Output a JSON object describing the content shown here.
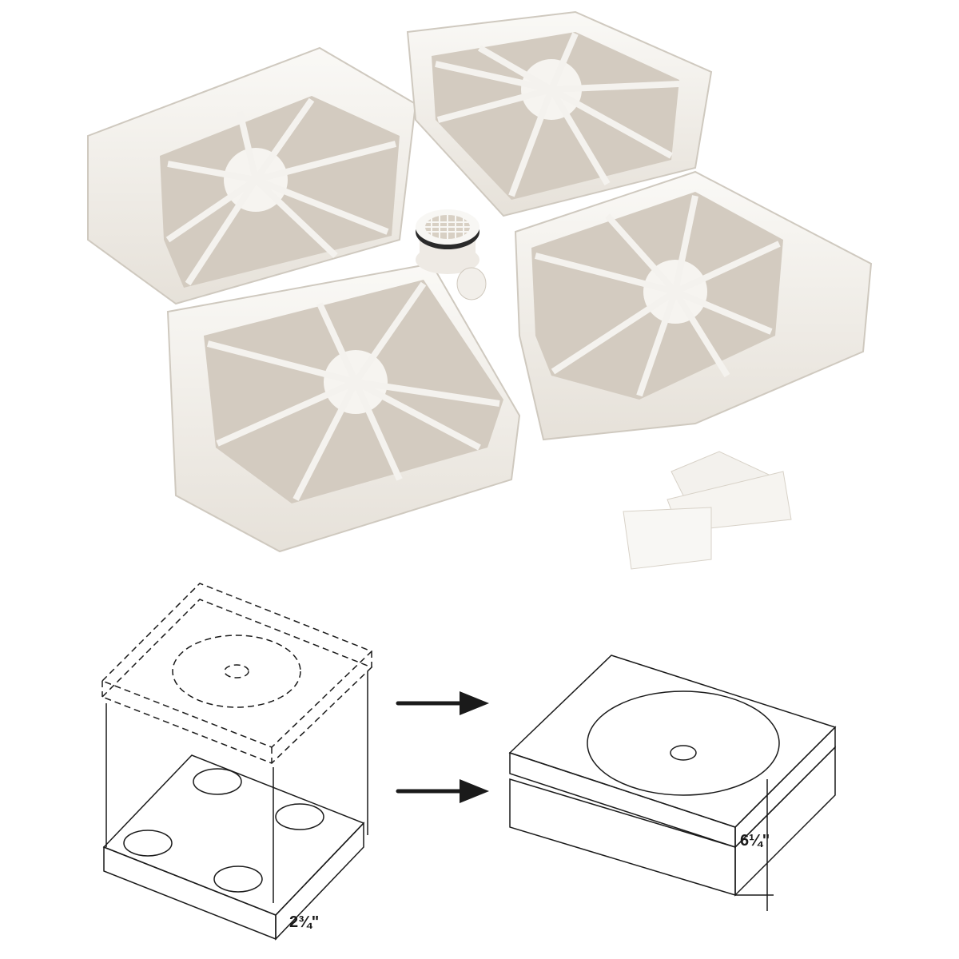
{
  "photo": {
    "subject": "shower pan riser kit",
    "parts": [
      "riser-quadrant",
      "riser-quadrant",
      "riser-quadrant",
      "riser-quadrant",
      "drain",
      "connector-clips"
    ],
    "colors": {
      "plastic": "#f4f2ee",
      "shadow": "#d8d2c8",
      "cavity": "#cfc6ba",
      "drain-gasket": "#2a2a2a"
    }
  },
  "diagram": {
    "arrows": [
      "arrow-right",
      "arrow-right"
    ],
    "dimensions": {
      "riser_height": "2¾\"",
      "total_height": "6¼\""
    },
    "colors": {
      "line": "#1a1a1a",
      "background": "#ffffff"
    }
  }
}
